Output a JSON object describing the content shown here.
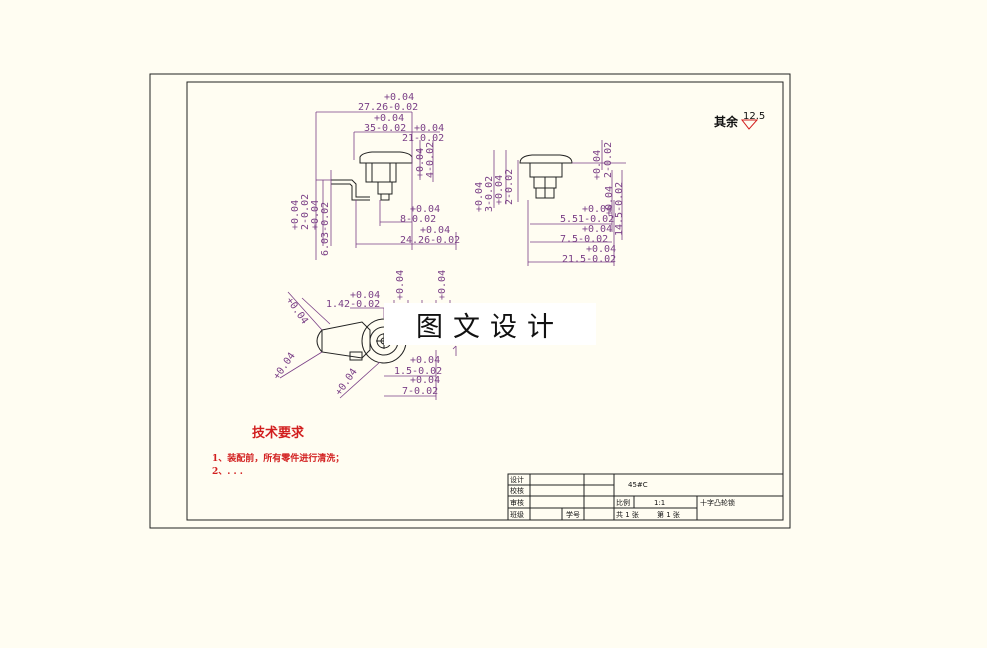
{
  "watermark": "图文设计",
  "roughness": {
    "label": "其余",
    "value": "12.5"
  },
  "tech": {
    "title": "技术要求",
    "items": [
      "1、装配前，所有零件进行清洗；",
      "2、. . ."
    ]
  },
  "title_block": {
    "rows": [
      "设计",
      "校核",
      "审核",
      "班级"
    ],
    "student_label": "学号",
    "material": "45#C",
    "scale_label": "比例",
    "scale": "1:1",
    "drawing_name": "十字凸轮锁",
    "total_sheets": "共 1 张",
    "sheet": "第 1 张"
  },
  "dims": {
    "tol": "+0.04",
    "d1": "27.26-0.02",
    "d2": "35-0.02",
    "d3": "21-0.02",
    "d4": "4-0.02",
    "d5": "2-0.02",
    "d6": "6.03-0.02",
    "d7": "8-0.02",
    "d8": "24.26-0.02",
    "d9": "2-0.02",
    "d10": "3-0.02",
    "d11": "5.51-0.02",
    "d12": "7.5-0.02",
    "d13": "21.5-0.02",
    "d14": "14.5-0.02",
    "d15": "1.42-0.02",
    "d16": "1.5-0.02",
    "d17": "7-0.02"
  }
}
